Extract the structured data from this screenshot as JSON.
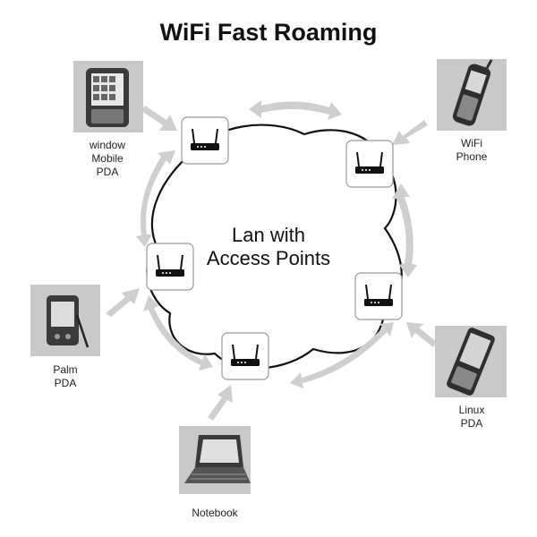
{
  "title": "WiFi Fast Roaming",
  "center": {
    "line1": "Lan with",
    "line2": "Access Points"
  },
  "devices": {
    "windows_pda": {
      "lines": [
        "window",
        "Mobile",
        "PDA"
      ],
      "icon": "windows-mobile-pda-icon"
    },
    "wifi_phone": {
      "lines": [
        "WiFi",
        "Phone"
      ],
      "icon": "wifi-phone-icon"
    },
    "palm_pda": {
      "lines": [
        "Palm",
        "PDA"
      ],
      "icon": "palm-pda-icon"
    },
    "linux_pda": {
      "lines": [
        "Linux",
        "PDA"
      ],
      "icon": "linux-pda-icon"
    },
    "notebook": {
      "lines": [
        "Notebook"
      ],
      "icon": "notebook-icon"
    }
  },
  "access_points": [
    "access-point-1",
    "access-point-2",
    "access-point-3",
    "access-point-4",
    "access-point-5"
  ],
  "colors": {
    "arrow": "#cfcfcf",
    "cloud_stroke": "#111111",
    "device_bg": "#c9c9c9"
  }
}
